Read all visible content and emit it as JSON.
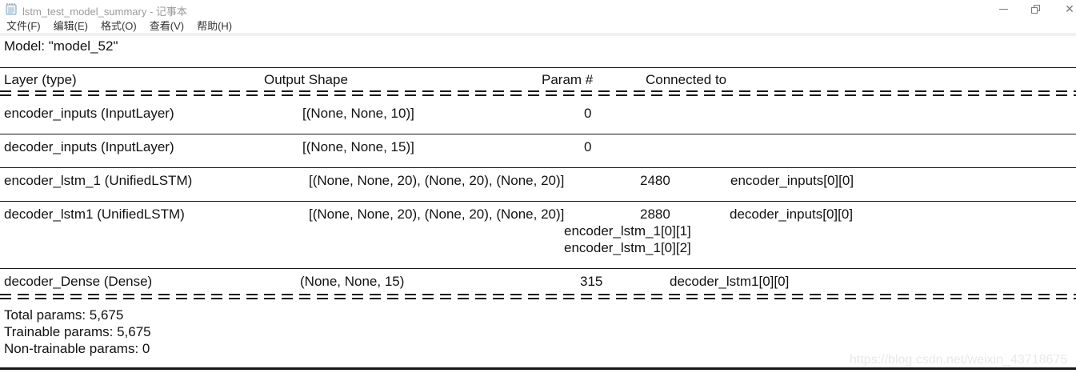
{
  "window": {
    "title": "lstm_test_model_summary - 记事本",
    "icons": {
      "close_glyph": "✕"
    }
  },
  "menu": {
    "items": [
      "文件(F)",
      "编辑(E)",
      "格式(O)",
      "查看(V)",
      "帮助(H)"
    ]
  },
  "document": {
    "model_line": "Model: \"model_52\"",
    "table": {
      "headers": {
        "layer": "Layer (type)",
        "output_shape": "Output Shape",
        "param": "Param #",
        "connected": "Connected to"
      },
      "rows": [
        {
          "layer": "encoder_inputs (InputLayer)",
          "shape": "[(None, None, 10)]",
          "param": "0",
          "connected": ""
        },
        {
          "layer": "decoder_inputs (InputLayer)",
          "shape": "[(None, None, 15)]",
          "param": "0",
          "connected": ""
        },
        {
          "layer": "encoder_lstm_1 (UnifiedLSTM)",
          "shape": "[(None, None, 20), (None, 20), (None, 20)]",
          "param": "2480",
          "connected": "encoder_inputs[0][0]"
        },
        {
          "layer": "decoder_lstm1 (UnifiedLSTM)",
          "shape": "[(None, None, 20), (None, 20), (None, 20)]",
          "param": "2880",
          "connected": "decoder_inputs[0][0]",
          "connected_extra": [
            "encoder_lstm_1[0][1]",
            "encoder_lstm_1[0][2]"
          ]
        },
        {
          "layer": "decoder_Dense (Dense)",
          "shape": "(None, None, 15)",
          "param": "315",
          "connected": "decoder_lstm1[0][0]"
        }
      ]
    },
    "totals": [
      "Total params: 5,675",
      "Trainable params: 5,675",
      "Non-trainable params: 0"
    ]
  },
  "watermark": {
    "text": "https://blog.csdn.net/weixin_43718675"
  },
  "colors": {
    "text": "#121212",
    "title_text": "#9a9a9a",
    "menu_text": "#333333",
    "separator": "#161616",
    "watermark": "#e9e9e9",
    "menu_divider": "#f1f1f1"
  }
}
